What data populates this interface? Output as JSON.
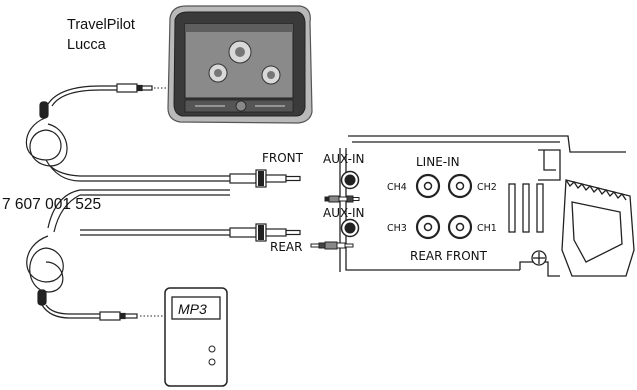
{
  "device": {
    "name_line1": "TravelPilot",
    "name_line2": "Lucca"
  },
  "cable": {
    "part_number": "7 607 001 525"
  },
  "radio": {
    "front_label": "FRONT",
    "aux_in_top": "AUX-IN",
    "aux_in_bottom": "AUX-IN",
    "rear_label": "REAR",
    "line_in_label": "LINE-IN",
    "ch4": "CH4",
    "ch2": "CH2",
    "ch3": "CH3",
    "ch1": "CH1",
    "rear_bottom": "REAR",
    "front_bottom": "FRONT"
  },
  "mp3_player": {
    "label": "MP3"
  }
}
